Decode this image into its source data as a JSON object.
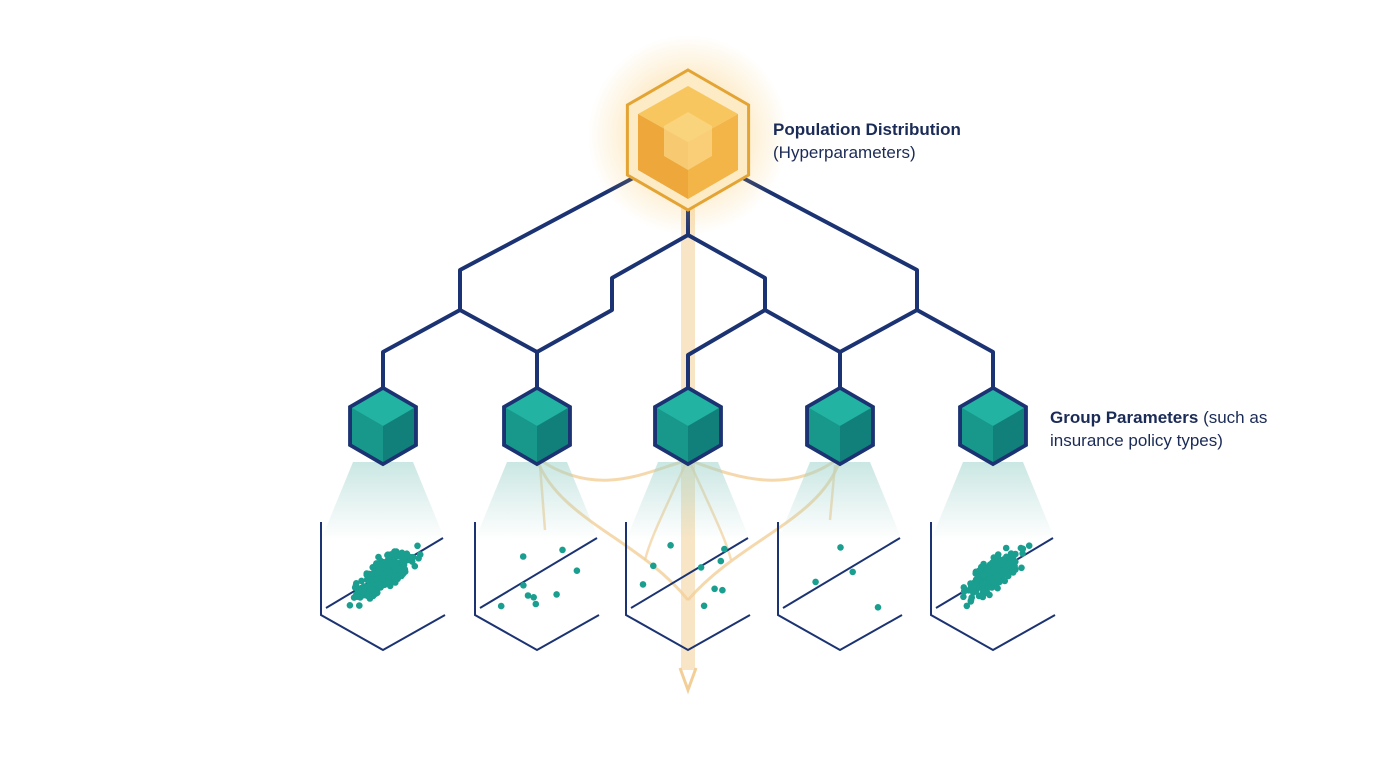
{
  "top_node": {
    "title": "Population Distribution",
    "subtitle": "(Hyperparameters)"
  },
  "group_label": {
    "title": "Group Parameters",
    "rest_line1": " (such as",
    "line2": "insurance policy types)"
  },
  "groups": [
    {
      "name": "group-1",
      "points": 220
    },
    {
      "name": "group-2",
      "points": 9
    },
    {
      "name": "group-3",
      "points": 9
    },
    {
      "name": "group-4",
      "points": 4
    },
    {
      "name": "group-5",
      "points": 220
    }
  ],
  "colors": {
    "navy": "#1b3372",
    "teal": "#1a9e8f",
    "gold": "#f0a92e",
    "flow": "#f3cf98"
  }
}
